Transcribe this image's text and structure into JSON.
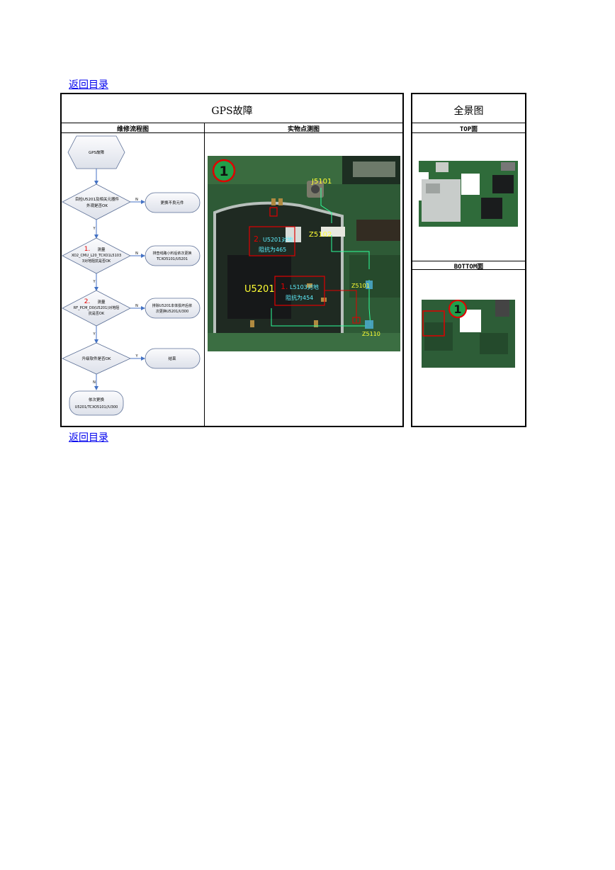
{
  "links": {
    "back_top": "返回目录",
    "back_bottom": "返回目录"
  },
  "headers": {
    "main_title": "GPS故障",
    "side_title": "全景图",
    "col_flow": "维修流程图",
    "col_photo": "实物点测图",
    "col_top": "TOP面",
    "col_bottom": "BOTTOM面"
  },
  "flow": {
    "start": "GPS故障",
    "step1": [
      "目检U5201及相关元器件",
      "外观是否OK"
    ],
    "step1_no_action": "更换不良元件",
    "step2_num": "1.",
    "step2": [
      "测量",
      "XO2_CMU_L20_TCXO1L5103",
      "3对地阻抗是否OK"
    ],
    "step2_no_action": [
      "排查线路小料后依次更换",
      "TCXO5101/U5201"
    ],
    "step3_num": "2.",
    "step3": [
      "测量",
      "RF_PCM_D0(U5201)对地阻",
      "抗是否OK"
    ],
    "step3_no_action": [
      "排除U5201本体损坏后依",
      "次更换U5201/U300"
    ],
    "step4": "升级软件是否OK",
    "step4_yes_action": "结束",
    "end": [
      "依次更换",
      "U5201/TCXO5101//U300"
    ],
    "label_n": "N",
    "label_y": "Y"
  },
  "photo": {
    "badge": "1",
    "label_j5101": "J5101",
    "label_z5102": "Z5102",
    "label_u5201": "U5201",
    "label_z5101": "Z5101",
    "label_z5110": "Z5110",
    "note2_num": "2.",
    "note2": [
      "U5201对地",
      "阻抗为465"
    ],
    "note1_num": "1.",
    "note1": [
      "L5103对地",
      "阻抗为454"
    ]
  },
  "overview": {
    "badge": "1"
  }
}
